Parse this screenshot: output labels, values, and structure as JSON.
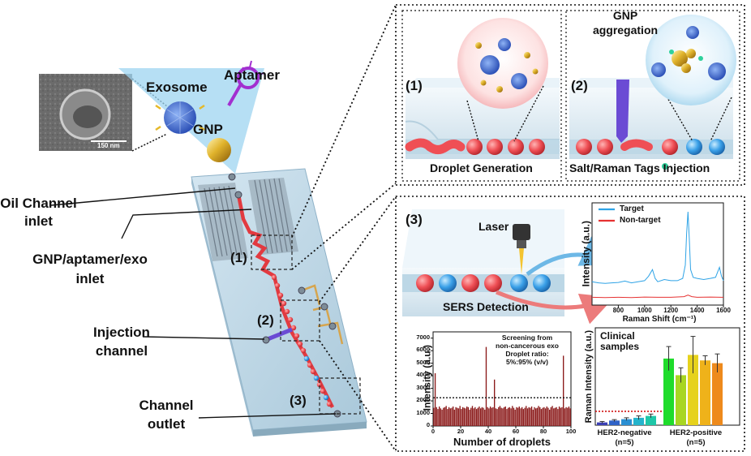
{
  "sem": {
    "scale": "150 nm"
  },
  "labels": {
    "exosome": "Exosome",
    "aptamer": "Aptamer",
    "gnp": "GNP",
    "oil_channel": [
      "Oil Channel",
      "inlet"
    ],
    "gnp_inlet": [
      "GNP/aptamer/exo",
      "inlet"
    ],
    "injection_channel": [
      "Injection",
      "channel"
    ],
    "channel_outlet": [
      "Channel",
      "outlet"
    ],
    "chip_1": "(1)",
    "chip_2": "(2)",
    "chip_3": "(3)"
  },
  "panel1": {
    "num": "(1)",
    "caption": "Droplet Generation"
  },
  "panel2": {
    "num": "(2)",
    "caption": "Salt/Raman Tags Injection",
    "title": [
      "GNP",
      "aggregation"
    ]
  },
  "panel3": {
    "num": "(3)",
    "laser": "Laser",
    "caption": "SERS Detection"
  },
  "colors": {
    "target": "#2ea3e6",
    "non_target": "#e63232",
    "droplet_red": "#ef4f55",
    "droplet_blue": "#3aa0e8",
    "bar_dark": "#8b1a1a",
    "threshold": "#d01010"
  },
  "chart_data": [
    {
      "type": "line",
      "xlabel": "Raman Shift (cm⁻¹)",
      "ylabel": "Intensity (a.u.)",
      "xlim": [
        600,
        1600
      ],
      "xticks": [
        800,
        1000,
        1200,
        1400,
        1600
      ],
      "legend": "top-left",
      "series": [
        {
          "name": "Target",
          "color": "#2ea3e6",
          "x": [
            600,
            650,
            700,
            750,
            800,
            850,
            900,
            950,
            1000,
            1030,
            1060,
            1080,
            1100,
            1150,
            1200,
            1250,
            1290,
            1310,
            1320,
            1330,
            1340,
            1350,
            1370,
            1400,
            1450,
            1500,
            1540,
            1570,
            1585,
            1600
          ],
          "y": [
            1.05,
            1.0,
            0.98,
            1.0,
            1.02,
            1.08,
            1.0,
            1.05,
            1.1,
            1.3,
            1.6,
            1.2,
            1.05,
            1.15,
            1.1,
            1.1,
            1.2,
            1.8,
            3.2,
            4.2,
            3.0,
            1.6,
            1.25,
            1.2,
            1.15,
            1.2,
            1.25,
            1.7,
            1.3,
            1.1
          ]
        },
        {
          "name": "Non-target",
          "color": "#e63232",
          "x": [
            600,
            700,
            800,
            900,
            1000,
            1100,
            1200,
            1300,
            1330,
            1360,
            1400,
            1500,
            1600
          ],
          "y": [
            0.35,
            0.34,
            0.35,
            0.34,
            0.36,
            0.35,
            0.35,
            0.38,
            0.45,
            0.38,
            0.35,
            0.36,
            0.35
          ]
        }
      ]
    },
    {
      "type": "bar",
      "xlabel": "Number of droplets",
      "ylabel": "Intensity (a.u.)",
      "xlim": [
        0,
        100
      ],
      "ylim": [
        0,
        7500
      ],
      "xticks": [
        0,
        20,
        40,
        60,
        80,
        100
      ],
      "yticks": [
        0,
        1000,
        2000,
        3000,
        4000,
        5000,
        6000,
        7000
      ],
      "threshold": 2250,
      "annotation": [
        "Screening from",
        "non-cancerous exo",
        "Droplet ratio:",
        "5%:95% (v/v)"
      ],
      "values": [
        1450,
        4200,
        1500,
        1350,
        1550,
        1400,
        1300,
        1450,
        1500,
        1600,
        1350,
        1500,
        1400,
        1450,
        1550,
        1300,
        1500,
        1450,
        1400,
        1600,
        1350,
        1500,
        1450,
        1400,
        1550,
        1500,
        1300,
        1450,
        1600,
        1400,
        1500,
        1350,
        1450,
        1550,
        1400,
        1500,
        1450,
        1300,
        6300,
        1500,
        1400,
        1550,
        1450,
        1500,
        3700,
        1400,
        1350,
        1500,
        1600,
        1450,
        1400,
        1500,
        1550,
        1350,
        1450,
        1500,
        1400,
        1600,
        1450,
        1300,
        1500,
        1450,
        1550,
        1400,
        1500,
        1350,
        1450,
        1600,
        1400,
        1500,
        1450,
        1550,
        1300,
        1500,
        1400,
        1450,
        1600,
        1500,
        1350,
        1450,
        1500,
        1400,
        1550,
        1450,
        1300,
        1500,
        1600,
        1400,
        1450,
        1500,
        1350,
        1550,
        1450,
        1500,
        5600,
        1400,
        1500,
        1450,
        1550,
        1400
      ]
    },
    {
      "type": "bar",
      "title": "Clinical samples",
      "ylabel": "Raman Intensity (a.u.)",
      "groups": [
        {
          "label": [
            "HER2-negative",
            "(n=5)"
          ],
          "values": [
            0.03,
            0.05,
            0.065,
            0.08,
            0.1
          ],
          "errors": [
            0.01,
            0.01,
            0.015,
            0.02,
            0.02
          ],
          "colors": [
            "#3b3fb5",
            "#2f63c7",
            "#2b8fd2",
            "#25b4cc",
            "#1fc7a8"
          ]
        },
        {
          "label": [
            "HER2-positive",
            "(n=5)"
          ],
          "values": [
            0.72,
            0.54,
            0.76,
            0.7,
            0.67
          ],
          "errors": [
            0.13,
            0.08,
            0.2,
            0.05,
            0.1
          ],
          "colors": [
            "#1fdc2b",
            "#a8d622",
            "#e6d21c",
            "#efb21a",
            "#ee8a1c"
          ]
        }
      ],
      "ylim": [
        0,
        1
      ],
      "threshold": 0.15
    }
  ]
}
